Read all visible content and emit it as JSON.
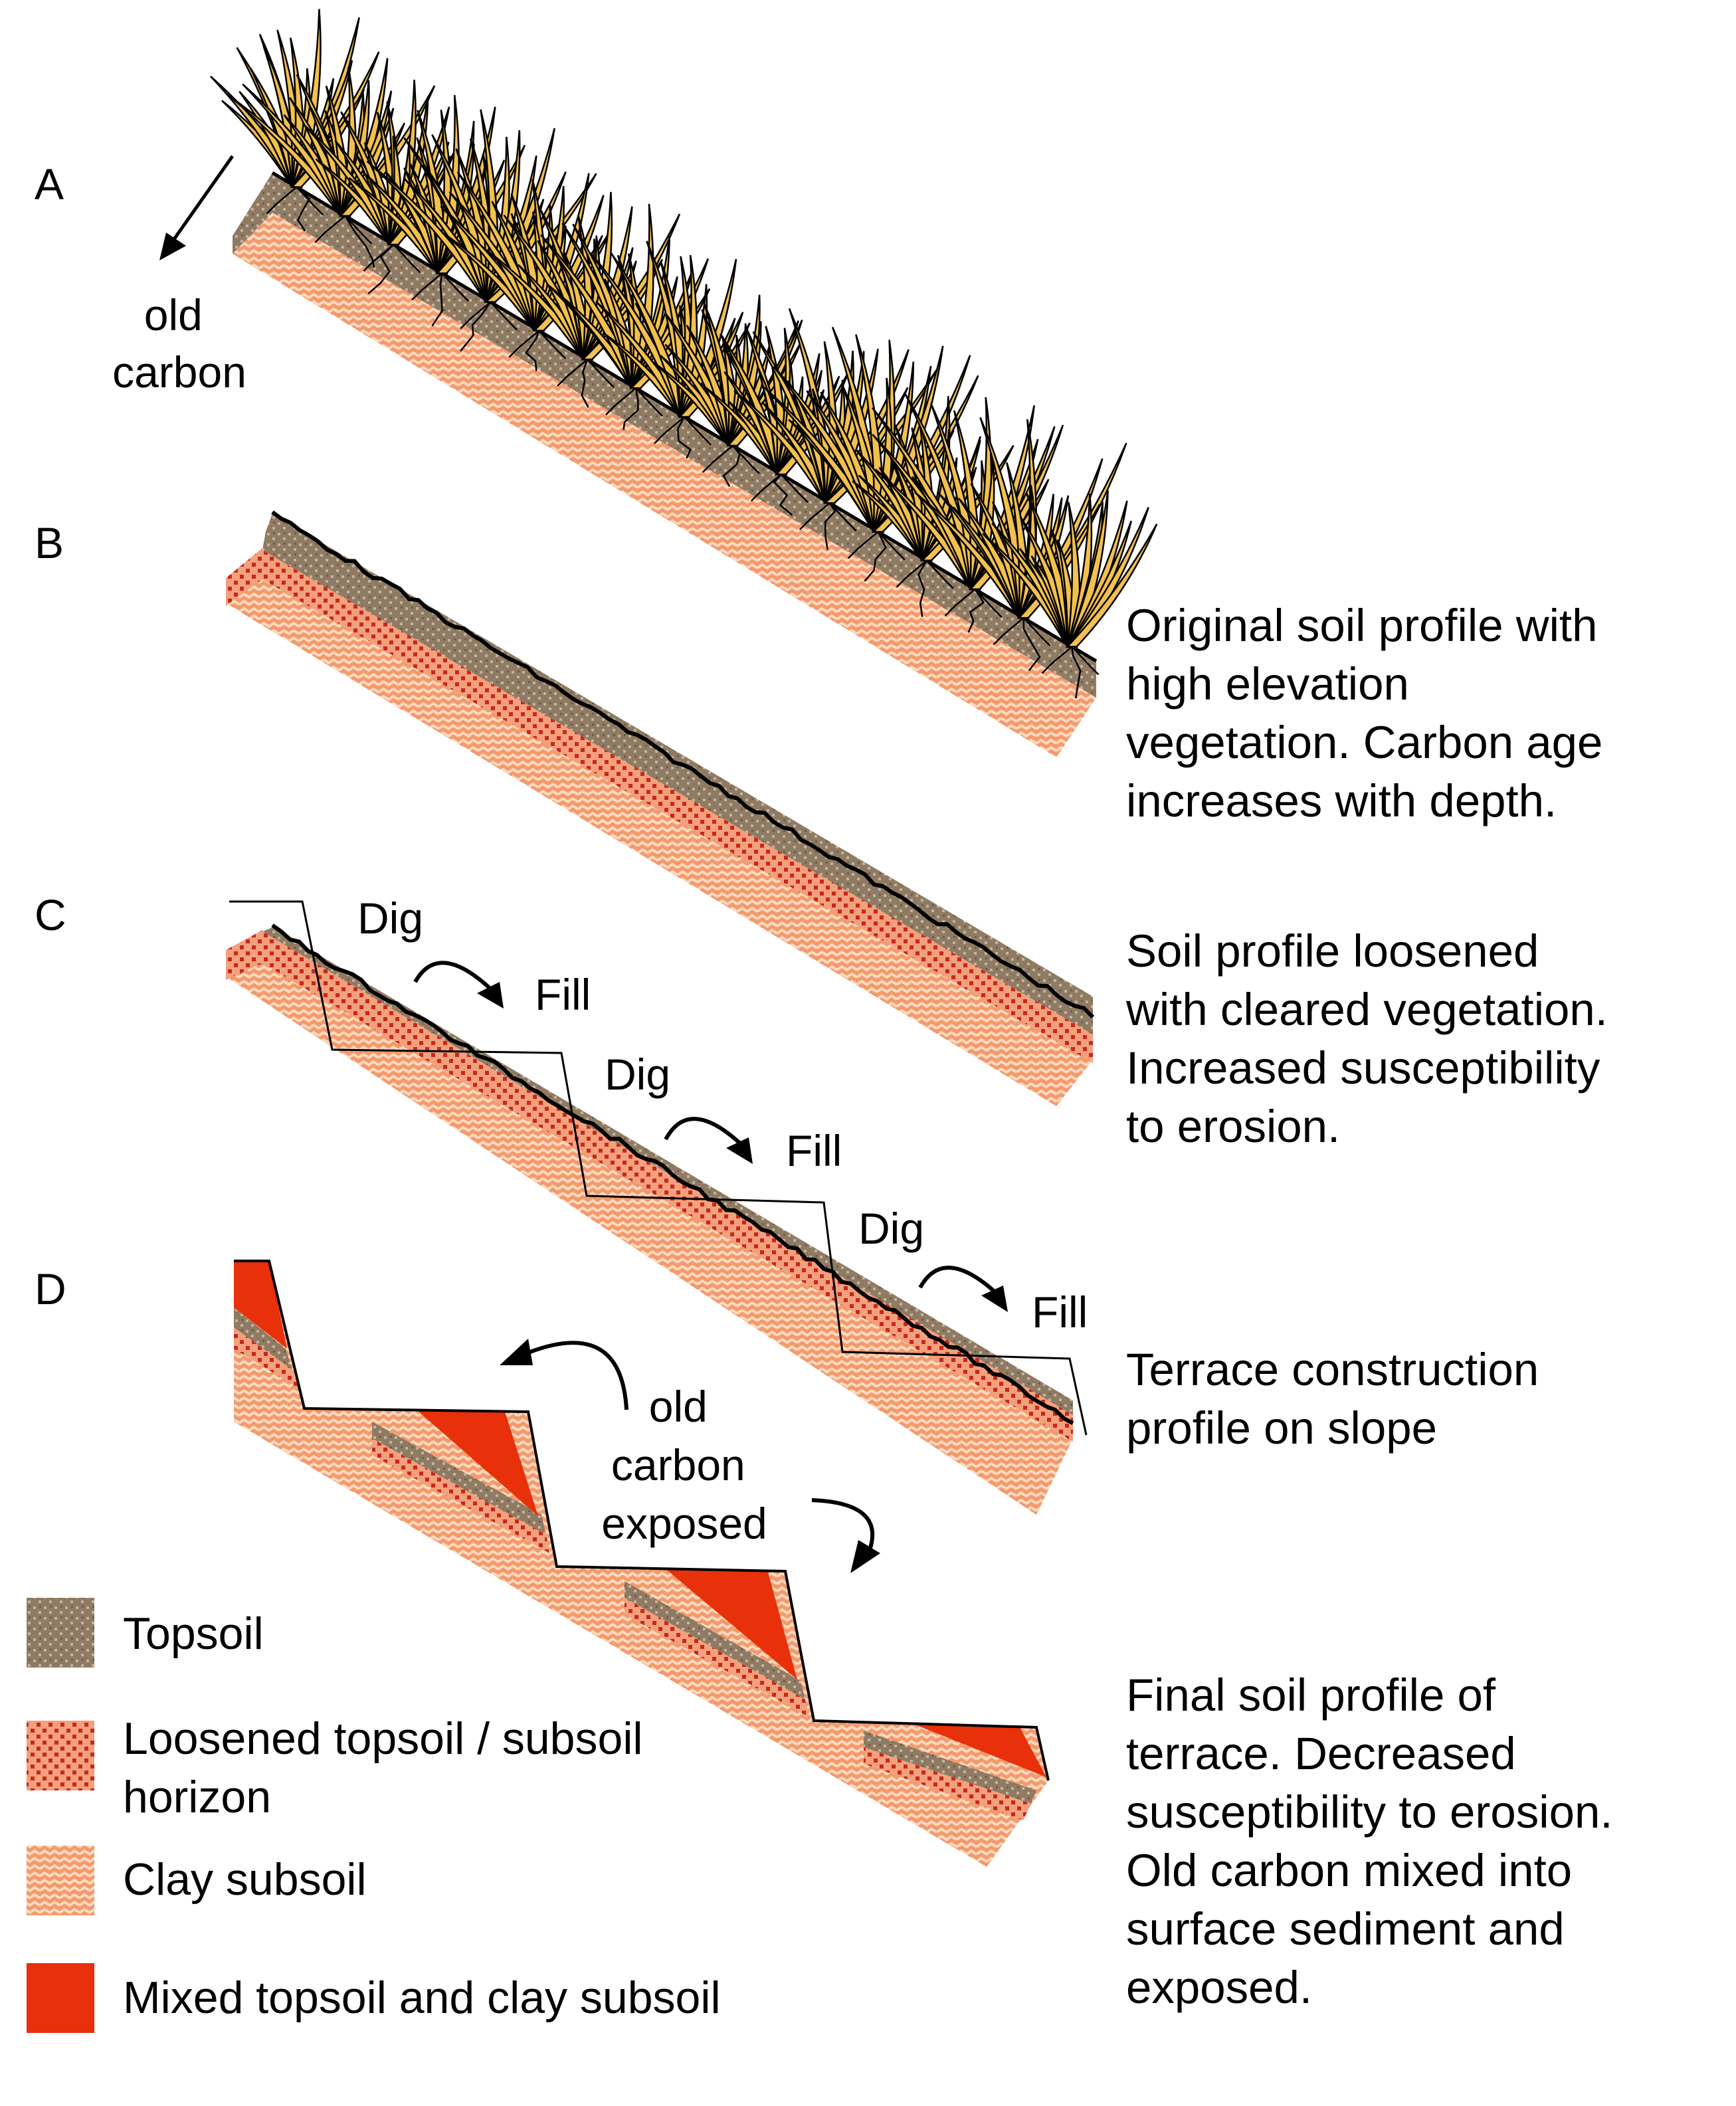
{
  "panels": {
    "a": {
      "letter": "A"
    },
    "b": {
      "letter": "B"
    },
    "c": {
      "letter": "C"
    },
    "d": {
      "letter": "D"
    }
  },
  "annotations": {
    "old_carbon": [
      "old",
      "carbon"
    ],
    "dig_label": "Dig",
    "fill_label": "Fill",
    "old_carbon_exposed": [
      "old",
      "carbon",
      "exposed"
    ]
  },
  "descriptions": {
    "a": [
      "Original soil profile with",
      "high elevation",
      "vegetation. Carbon age",
      "increases with depth."
    ],
    "b": [
      "Soil profile loosened",
      "with cleared vegetation.",
      "Increased susceptibility",
      "to erosion."
    ],
    "c": [
      "Terrace construction",
      "profile on slope"
    ],
    "d": [
      "Final soil profile of",
      "terrace. Decreased",
      "susceptibility to erosion.",
      "Old carbon mixed into",
      "surface sediment and",
      "exposed."
    ]
  },
  "legend": {
    "topsoil": [
      "Topsoil"
    ],
    "loosened": [
      "Loosened topsoil / subsoil",
      "horizon"
    ],
    "clay": [
      "Clay subsoil"
    ],
    "mixed": [
      "Mixed topsoil and clay subsoil"
    ]
  },
  "colors": {
    "topsoil": "#8f7b63",
    "loosened": "#c8281e",
    "clay": "#f39a6c",
    "mixed": "#e8300a",
    "grass": "#f2c04e"
  }
}
